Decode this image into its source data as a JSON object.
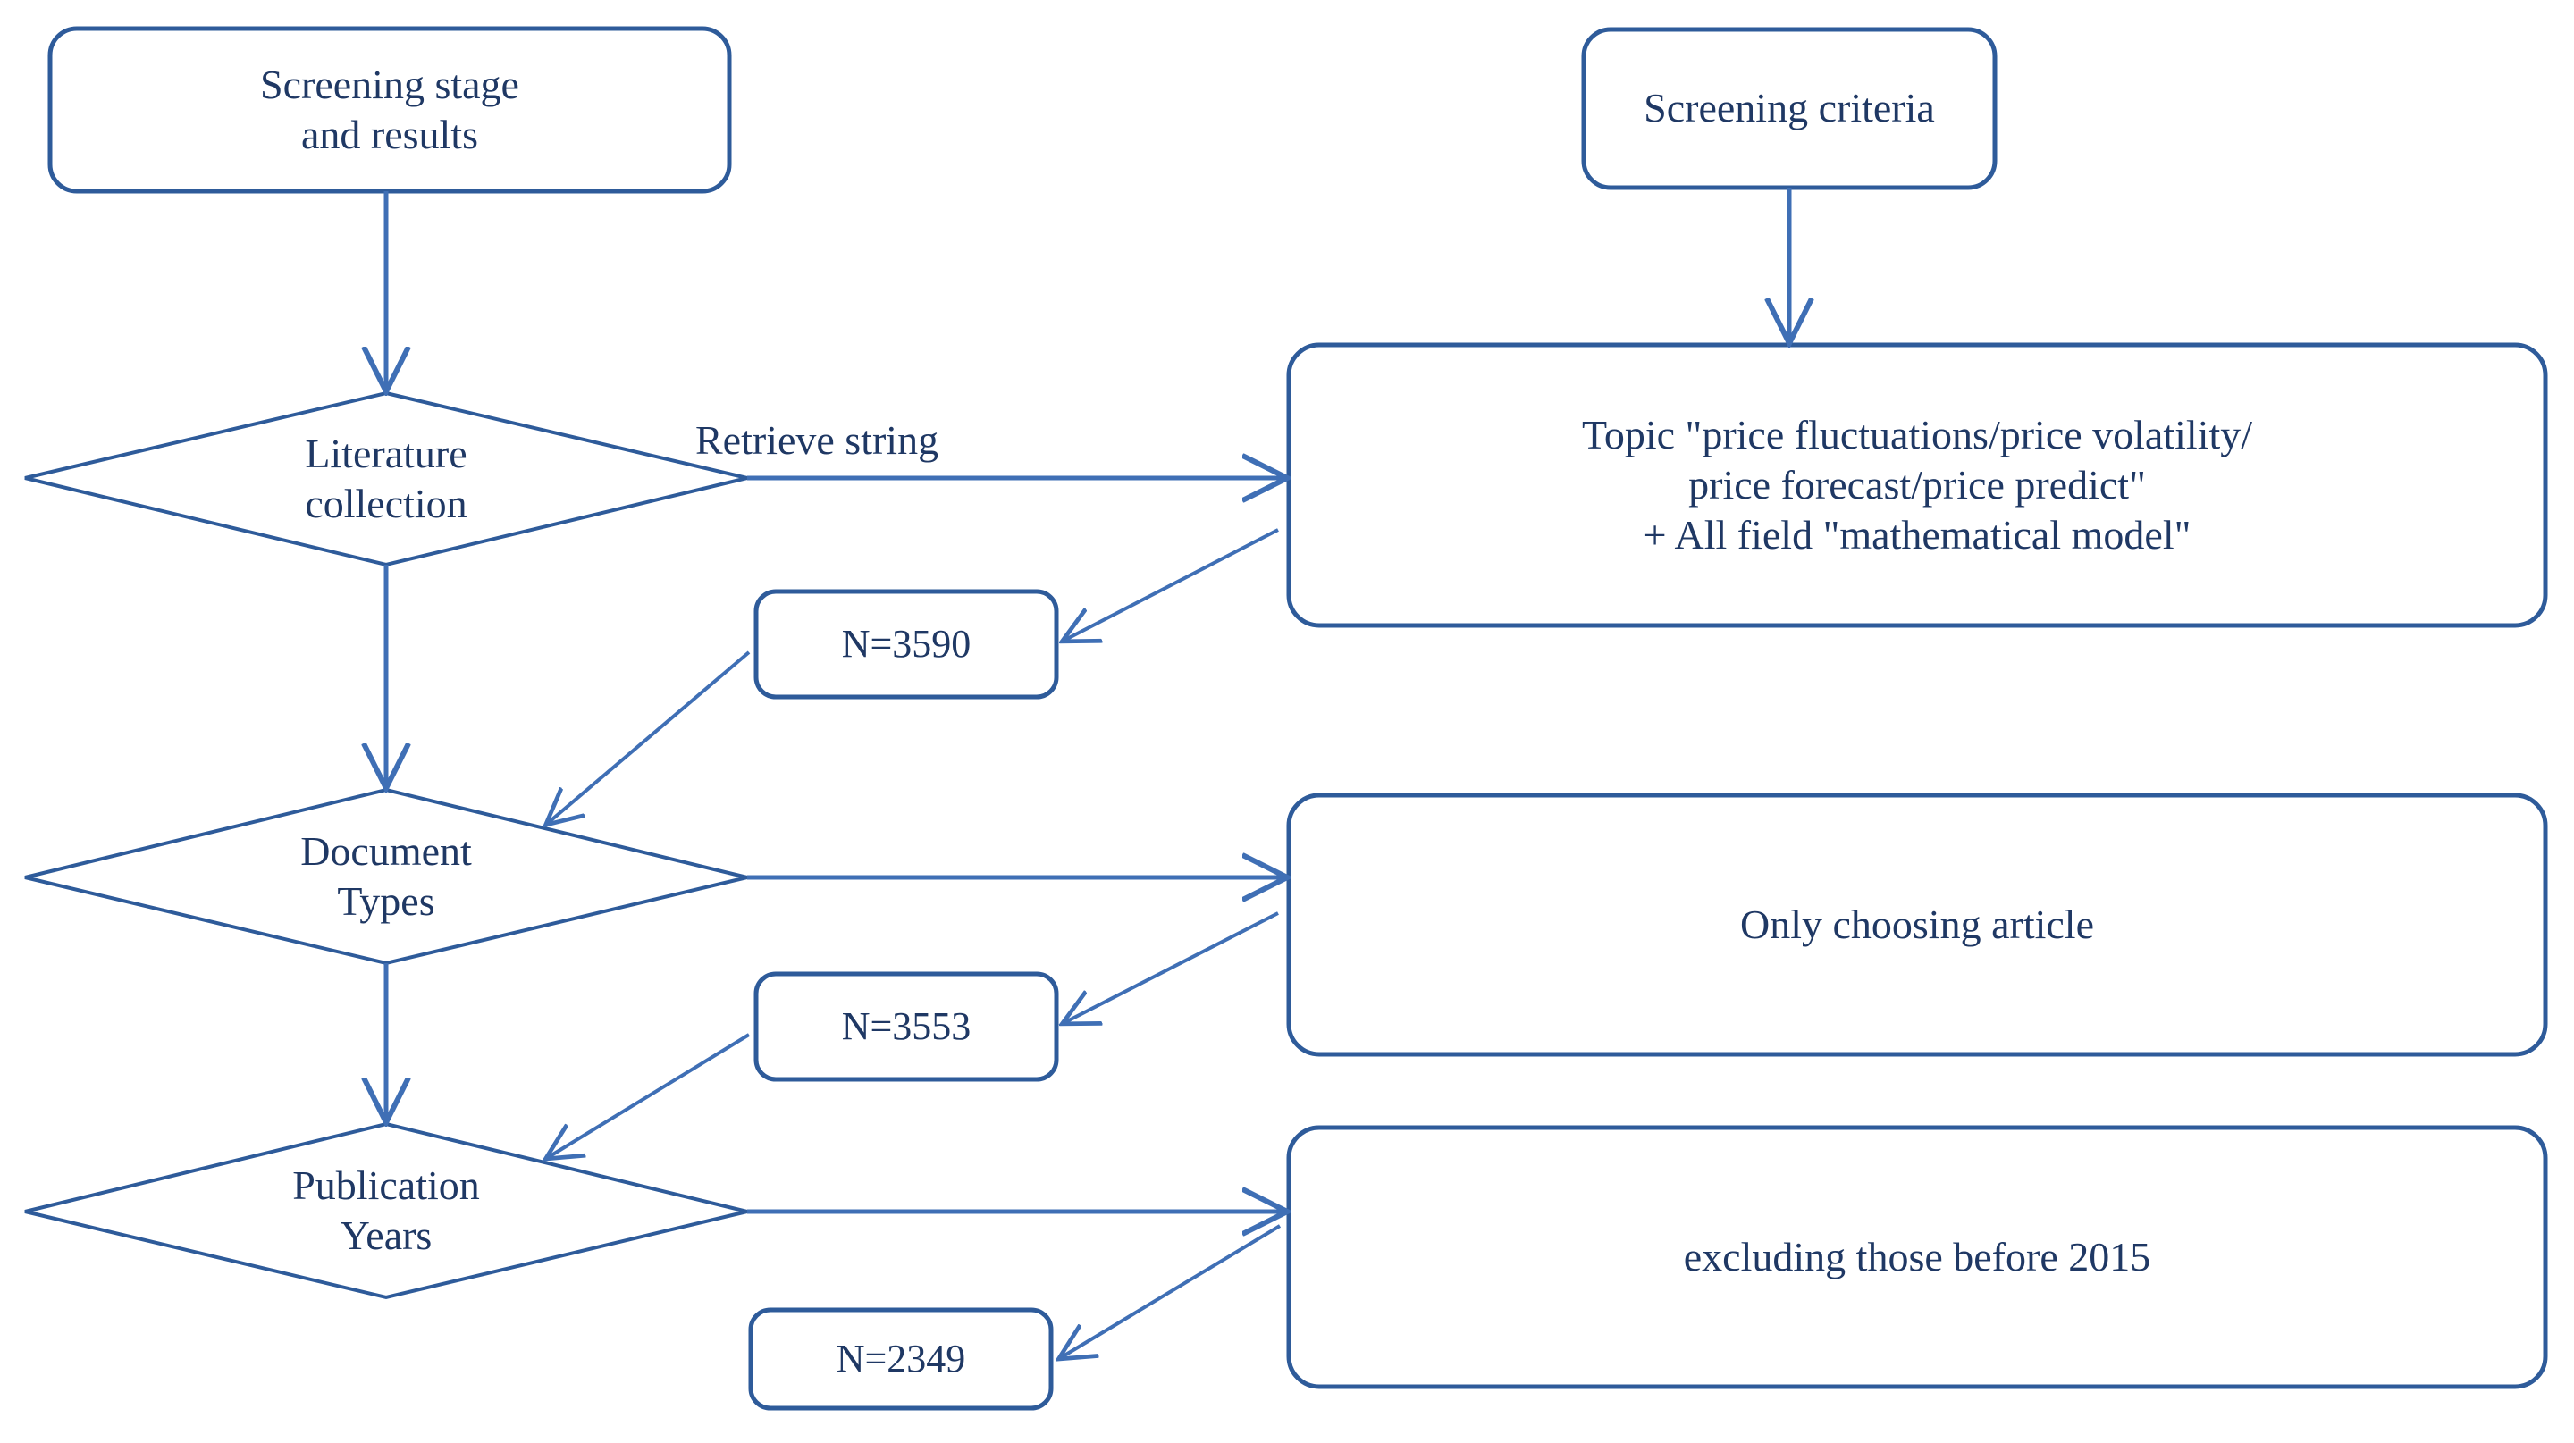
{
  "diagram": {
    "title_implied": "Literature screening flowchart",
    "stroke_color": "#2E5B9A",
    "text_color": "#1F3864",
    "background": "#FFFFFF",
    "columns": {
      "left_header": "Screening stage and results",
      "right_header": "Screening criteria"
    },
    "nodes": {
      "screening_stage": {
        "label": "Screening stage\nand results",
        "shape": "rounded-rectangle"
      },
      "screening_criteria": {
        "label": "Screening criteria",
        "shape": "rounded-rectangle"
      },
      "literature_collection": {
        "label": "Literature\ncollection",
        "shape": "diamond"
      },
      "document_types": {
        "label": "Document\nTypes",
        "shape": "diamond"
      },
      "publication_years": {
        "label": "Publication\nYears",
        "shape": "diamond"
      },
      "criteria_topic": {
        "label": "Topic \"price fluctuations/price volatility/\nprice forecast/price predict\"\n+ All field \"mathematical model\"",
        "shape": "rounded-rectangle"
      },
      "criteria_article": {
        "label": "Only choosing article",
        "shape": "rounded-rectangle"
      },
      "criteria_year": {
        "label": "excluding those before 2015",
        "shape": "rounded-rectangle"
      },
      "count_1": {
        "label": "N=3590",
        "shape": "rounded-rectangle"
      },
      "count_2": {
        "label": "N=3553",
        "shape": "rounded-rectangle"
      },
      "count_3": {
        "label": "N=2349",
        "shape": "rounded-rectangle"
      }
    },
    "edge_labels": {
      "retrieve_string": "Retrieve string"
    },
    "results": [
      {
        "stage": "Literature collection",
        "criteria": "Topic \"price fluctuations/price volatility/price forecast/price predict\" + All field \"mathematical model\"",
        "count": "N=3590"
      },
      {
        "stage": "Document Types",
        "criteria": "Only choosing article",
        "count": "N=3553"
      },
      {
        "stage": "Publication Years",
        "criteria": "excluding those before 2015",
        "count": "N=2349"
      }
    ]
  }
}
